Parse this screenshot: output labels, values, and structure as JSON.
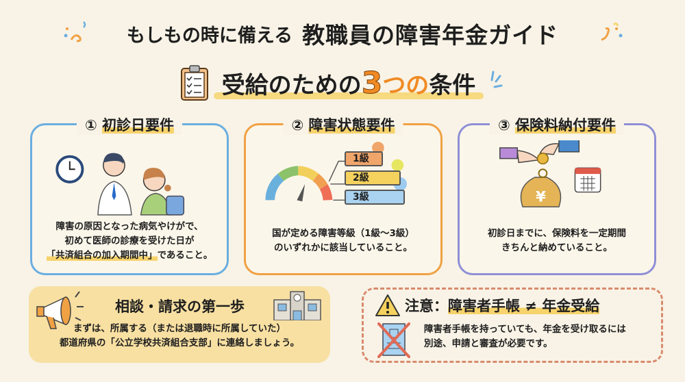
{
  "header": {
    "title_sub": "もしもの時に備える",
    "title_main": "教職員の障害年金ガイド"
  },
  "subtitle": {
    "part1": "受給のための",
    "number": "3",
    "part2": "つの",
    "part3": "条件",
    "icon": "clipboard-checklist-icon"
  },
  "conditions": [
    {
      "number": "①",
      "title": "初診日要件",
      "lines": [
        "障害の原因となった病気やけがで、",
        "初めて医師の診療を受けた日が"
      ],
      "highlight": "「共済組合の加入期間中」",
      "tail": "であること。",
      "border_color": "#6aaee0",
      "illustration": "doctor-patient-clock"
    },
    {
      "number": "②",
      "title": "障害状態要件",
      "lines": [
        "国が定める障害等級（1級〜3級）",
        "のいずれかに該当していること。"
      ],
      "grades": [
        {
          "label": "1級",
          "color": "#f0a56a"
        },
        {
          "label": "2級",
          "color": "#f5d25e"
        },
        {
          "label": "3級",
          "color": "#a9d3f0"
        }
      ],
      "border_color": "#f0a144",
      "illustration": "severity-gauge"
    },
    {
      "number": "③",
      "title": "保険料納付要件",
      "lines": [
        "初診日までに、保険料を一定期間",
        "きちんと納めていること。"
      ],
      "border_color": "#8f8fd6",
      "illustration": "money-bag-calendar",
      "bag_symbol": "¥"
    }
  ],
  "consult": {
    "title": "相談・請求の第一歩",
    "line1": "まずは、所属する（または退職時に所属していた）",
    "line2": "都道府県の「公立学校共済組合支部」に連絡しましょう。"
  },
  "caution": {
    "label": "注意：",
    "title": "障害者手帳 ≠ 年金受給",
    "line1": "障害者手帳を持っていても、年金を受け取るには",
    "line2": "別途、申請と審査が必要です。"
  }
}
